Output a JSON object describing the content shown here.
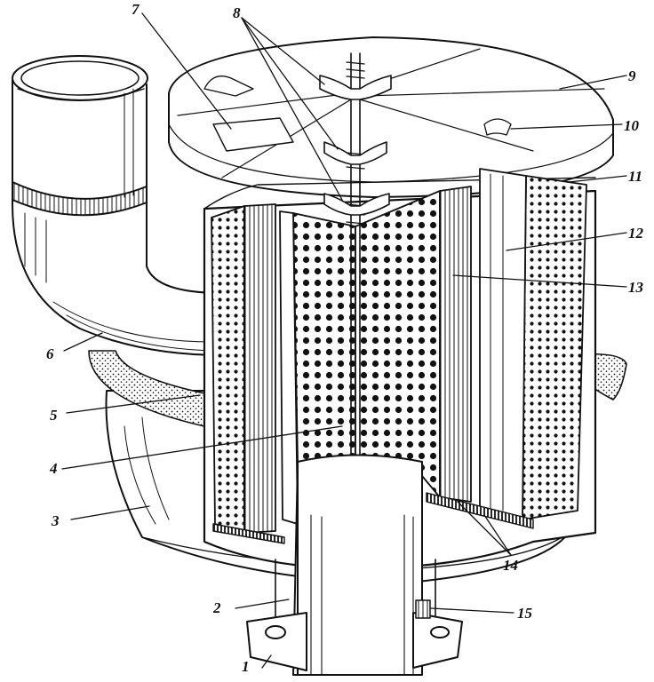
{
  "diagram": {
    "labels": {
      "l1": "1",
      "l2": "2",
      "l3": "3",
      "l4": "4",
      "l5": "5",
      "l6": "6",
      "l7": "7",
      "l8": "8",
      "l9": "9",
      "l10": "10",
      "l11": "11",
      "l12": "12",
      "l13": "13",
      "l14": "14",
      "l15": "15"
    },
    "colors": {
      "ink": "#111111",
      "paper": "#ffffff"
    }
  }
}
